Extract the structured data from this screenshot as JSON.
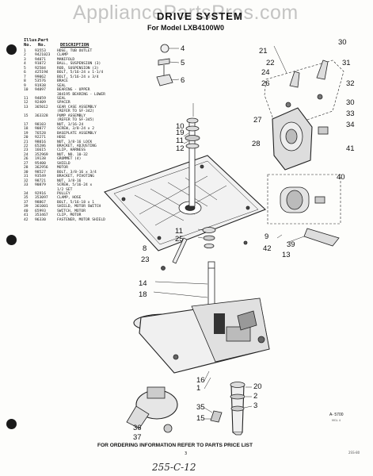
{
  "watermark": "AppliancePartsPros.com",
  "title": "DRIVE SYSTEM",
  "subtitle": "For Model LXB4100W0",
  "header": {
    "illus": "Illus.",
    "part": "Part",
    "no": "No.",
    "no2": "No.",
    "description": "DESCRIPTION"
  },
  "parts": [
    {
      "no": "1",
      "part": "93553",
      "desc": "HOSE, TUB OUTLET"
    },
    {
      "no": "2",
      "part": "9421023",
      "desc": "CLAMP"
    },
    {
      "no": "3",
      "part": "94071",
      "desc": "MANIFOLD"
    },
    {
      "no": "4",
      "part": "91072",
      "desc": "BALL, SUSPENSION (3)"
    },
    {
      "no": "5",
      "part": "92584",
      "desc": "ROD, SUSPENSION (3)"
    },
    {
      "no": "6",
      "part": "425194",
      "desc": "BOLT, 5/16-24 x 1-1/4"
    },
    {
      "no": "7",
      "part": "99062",
      "desc": "BOLT, 5/16-24 x 3/4"
    },
    {
      "no": "8",
      "part": "53576",
      "desc": "BRACE"
    },
    {
      "no": "9",
      "part": "91938",
      "desc": "SEAL"
    },
    {
      "no": "10",
      "part": "94097",
      "desc": "BEARING - UPPER",
      "sub": "384195  BEARING - LOWER"
    },
    {
      "no": "11",
      "part": "94059",
      "desc": "SEAL"
    },
    {
      "no": "12",
      "part": "92409",
      "desc": "SPACER"
    },
    {
      "no": "13",
      "part": "365012",
      "desc": "GEAR CASE ASSEMBLY",
      "sub": "(REFER TO SF-342)"
    },
    {
      "no": "15",
      "part": "363328",
      "desc": "PUMP ASSEMBLY",
      "sub": "(REFER TO SF-345)"
    },
    {
      "no": "17",
      "part": "98103",
      "desc": "NUT, 3/16-24"
    },
    {
      "no": "18",
      "part": "90877",
      "desc": "SCREW, 3/8-24 x 2"
    },
    {
      "no": "19",
      "part": "76528",
      "desc": "BASEPLATE ASSEMBLY"
    },
    {
      "no": "20",
      "part": "92271",
      "desc": "HOSE"
    },
    {
      "no": "21",
      "part": "98016",
      "desc": "NUT, 3/8-16 LOCK"
    },
    {
      "no": "22",
      "part": "65286",
      "desc": "BRACKET, ADJUSTING"
    },
    {
      "no": "23",
      "part": "16615",
      "desc": "CLIP, HARNESS"
    },
    {
      "no": "24",
      "part": "352969",
      "desc": "NUT, NO. 10-32"
    },
    {
      "no": "26",
      "part": "19138",
      "desc": "GROMMET (4)"
    },
    {
      "no": "27",
      "part": "95400",
      "desc": "SHIELD"
    },
    {
      "no": "28",
      "part": "362956",
      "desc": "MOTOR"
    },
    {
      "no": "30",
      "part": "98527",
      "desc": "BOLT, 3/8-16 x 3/4"
    },
    {
      "no": "31",
      "part": "93549",
      "desc": "BRACKET, PIVOTING"
    },
    {
      "no": "32",
      "part": "98721",
      "desc": "NUT, 3/8-16"
    },
    {
      "no": "33",
      "part": "90879",
      "desc": "SCREW, 5/16-24 x",
      "sub": "1/2 SET"
    },
    {
      "no": "34",
      "part": "92916",
      "desc": "PULLEY"
    },
    {
      "no": "35",
      "part": "353097",
      "desc": "CLAMP, HOSE"
    },
    {
      "no": "37",
      "part": "98867",
      "desc": "BOLT, 5/16-18 x 1"
    },
    {
      "no": "39",
      "part": "361001",
      "desc": "SHIELD, MOTOR SWITCH"
    },
    {
      "no": "40",
      "part": "65993",
      "desc": "SWITCH, MOTOR"
    },
    {
      "no": "41",
      "part": "353467",
      "desc": "CLIP, MOTOR"
    },
    {
      "no": "42",
      "part": "96330",
      "desc": "FASTENER, MOTOR SHIELD"
    }
  ],
  "callouts": [
    "4",
    "5",
    "6",
    "30",
    "21",
    "22",
    "31",
    "24",
    "26",
    "32",
    "30",
    "33",
    "34",
    "27",
    "41",
    "28",
    "40",
    "10",
    "19",
    "11",
    "12",
    "11",
    "25",
    "9",
    "8",
    "23",
    "42",
    "39",
    "13",
    "14",
    "18",
    "16",
    "1",
    "20",
    "2",
    "35",
    "3",
    "15",
    "36",
    "37"
  ],
  "fig_ref": "A- 5700",
  "fig_sub": "MGL 4",
  "footer": "FOR ORDERING INFORMATION REFER TO PARTS PRICE LIST",
  "page_number": "3",
  "corner_note": "2SS-80",
  "handwritten": "255-C-12"
}
